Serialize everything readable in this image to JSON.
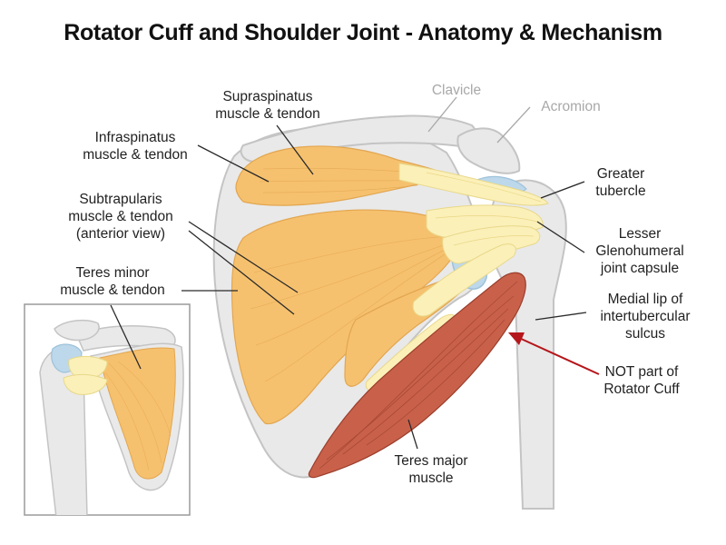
{
  "title": "Rotator Cuff and Shoulder Joint - Anatomy & Mechanism",
  "labels": {
    "clavicle": "Clavicle",
    "acromion": "Acromion",
    "supraspinatus_1": "Supraspinatus",
    "supraspinatus_2": "muscle & tendon",
    "infraspinatus_1": "Infraspinatus",
    "infraspinatus_2": "muscle & tendon",
    "subtrapularis_1": "Subtrapularis",
    "subtrapularis_2": "muscle & tendon",
    "subtrapularis_3": "(anterior view)",
    "teres_minor_1": "Teres minor",
    "teres_minor_2": "muscle & tendon",
    "greater_tubercle_1": "Greater",
    "greater_tubercle_2": "tubercle",
    "lesser_1": "Lesser",
    "lesser_2": "Glenohumeral",
    "lesser_3": "joint capsule",
    "medial_lip_1": "Medial lip of",
    "medial_lip_2": "intertubercular",
    "medial_lip_3": "sulcus",
    "not_part_1": "NOT part of",
    "not_part_2": "Rotator Cuff",
    "teres_major_1": "Teres major",
    "teres_major_2": "muscle"
  },
  "colors": {
    "bone_fill": "#e9e9e9",
    "bone_outline": "#c4c4c4",
    "muscle_fill": "#f6c16e",
    "muscle_fiber": "#e2a650",
    "tendon": "#fbf0b8",
    "cartilage": "#bcd8ea",
    "teres_major_fill": "#c9614a",
    "teres_major_fiber": "#9b3d2c",
    "arrow": "#b5161b",
    "inset_border": "#9a9a9a"
  }
}
